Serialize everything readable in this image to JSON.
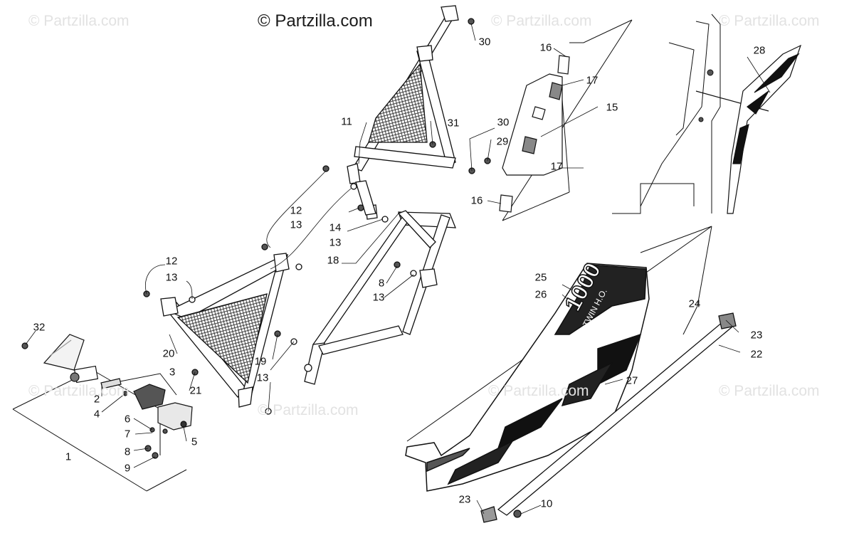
{
  "watermark": {
    "main": "© Partzilla.com",
    "repeat": "© Partzilla.com"
  },
  "decal": {
    "model_text": "1000",
    "model_sub": "TWIN H.O."
  },
  "callouts": [
    "1",
    "2",
    "3",
    "4",
    "5",
    "6",
    "7",
    "8",
    "9",
    "10",
    "11",
    "12",
    "13",
    "14",
    "15",
    "16",
    "17",
    "18",
    "19",
    "20",
    "21",
    "22",
    "23",
    "24",
    "25",
    "26",
    "27",
    "28",
    "29",
    "30",
    "31",
    "32"
  ]
}
